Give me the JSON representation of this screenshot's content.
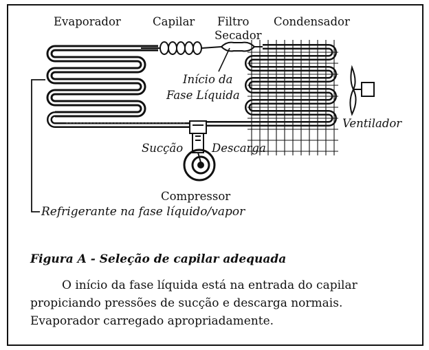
{
  "labels": {
    "evaporador": "Evaporador",
    "capilar": "Capilar",
    "filtro_line1": "Filtro",
    "filtro_line2": "Secador",
    "condensador": "Condensador",
    "inicio_line1": "Início da",
    "inicio_line2": "Fase Líquida",
    "ventilador": "Ventilador",
    "succao": "Sucção",
    "descarga": "Descarga",
    "compressor": "Compressor",
    "refrigerante": "Refrigerante na fase líquido/vapor"
  },
  "caption": {
    "title": "Figura A - Seleção de capilar adequada",
    "body": "O início da fase líquida está na entrada do capilar propiciando pressões de sucção e descarga normais. Evaporador carregado apropriadamente."
  }
}
